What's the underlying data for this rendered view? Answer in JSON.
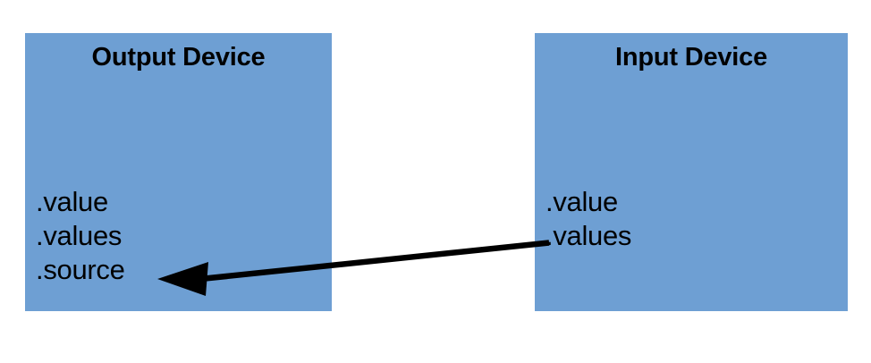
{
  "diagram": {
    "title": "Output Device and Input Device property mapping",
    "background_color": "#ffffff",
    "box_color": "#6E9FD3",
    "text_color": "#000000",
    "arrow_color": "#000000",
    "boxes": [
      {
        "id": "output-device",
        "title": "Output Device",
        "properties": [
          ".value",
          ".values",
          ".source"
        ]
      },
      {
        "id": "input-device",
        "title": "Input Device",
        "properties": [
          ".value",
          ".values"
        ]
      }
    ],
    "arrow": {
      "name": "values-to-source-arrow",
      "direction": "right-to-left",
      "from": "Input Device .values",
      "to": "Output Device .source"
    }
  }
}
